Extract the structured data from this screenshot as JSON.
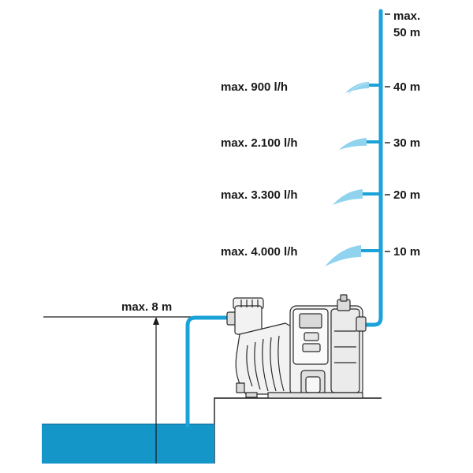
{
  "colors": {
    "water": "#1596c9",
    "pipe": "#1aa3d8",
    "spray": "#8fd3ef",
    "line": "#1a1a1a",
    "pump_body": "#f2f2f2",
    "pump_stroke": "#2a2a2a"
  },
  "suction": {
    "label": "max. 8 m"
  },
  "height_scale": {
    "top_label_line1": "max.",
    "top_label_line2": "50 m",
    "levels": [
      {
        "height": "40 m",
        "flow": "max. 900 l/h"
      },
      {
        "height": "30 m",
        "flow": "max. 2.100 l/h"
      },
      {
        "height": "20 m",
        "flow": "max. 3.300 l/h"
      },
      {
        "height": "10 m",
        "flow": "max. 4.000 l/h"
      }
    ]
  }
}
